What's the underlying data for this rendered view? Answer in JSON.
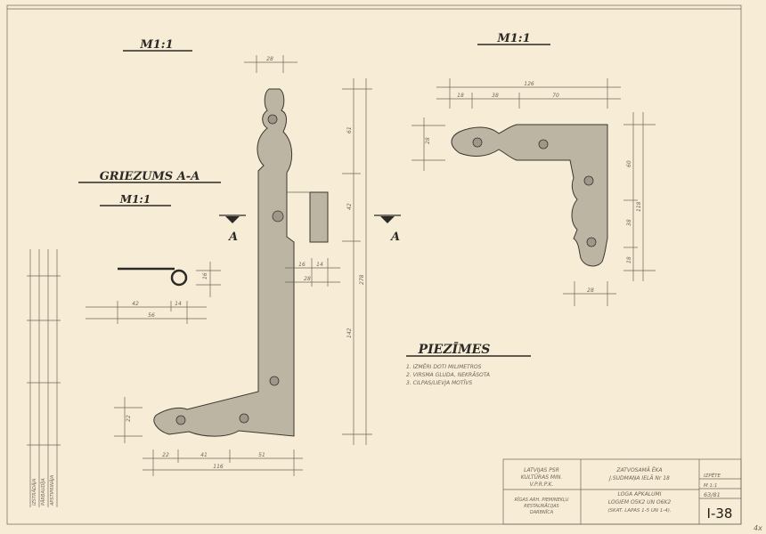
{
  "scales": {
    "left": "M1:1",
    "right": "M1:1",
    "section": "M1:1"
  },
  "section_title": "GRIEZUMS A-A",
  "section_marks": {
    "left": "A",
    "right": "A"
  },
  "notes": {
    "title": "PIEZĪMES",
    "items": [
      "1. IZMĒRI DOTI MILIMETROS",
      "2. VIRSMA GLUDA, NEKRĀSOTA",
      "3. CILPAS/LIEVJA MOTĪVS"
    ]
  },
  "dimensions": {
    "hinge_top": "28",
    "hinge_v1": "61",
    "hinge_v2": "42",
    "hinge_v3": "142",
    "hinge_total": "278",
    "hinge_bottom": [
      "22",
      "41",
      "51"
    ],
    "hinge_bottom_total": "116",
    "hinge_foot": "22",
    "hinge_tab": [
      "16",
      "14",
      "28"
    ],
    "section": [
      "42",
      "14"
    ],
    "section_total": "56",
    "section_h": "16",
    "corner_top_total": "126",
    "corner_top": [
      "18",
      "38",
      "70"
    ],
    "corner_left": "28",
    "corner_right": [
      "60",
      "38",
      "18"
    ],
    "corner_right_total": "118",
    "corner_bottom": "28"
  },
  "title_block": {
    "org": [
      "LATVIJAS PSR",
      "KULTŪRAS MIN.",
      "V.P.R.P.K."
    ],
    "workshop": [
      "RĪGAS ARH. PIEMINEKĻU",
      "RESTAURĀCIJAS",
      "DARBNĪCA"
    ],
    "object": [
      "ZATVOSAMĀ ĒKA",
      "J.SUDMAŅA IELĀ Nr 18"
    ],
    "drawing": [
      "LOGA APKALUMI",
      "LOGIEM O5K2 UN O6K2",
      "(SKAT. LAPAS 1-5 UN 1-4)."
    ],
    "stage": "IZPĒTE",
    "scale": "M 1:1",
    "year": "63/81",
    "sheet": "I-38"
  },
  "corner_note": "4x",
  "side_stamp": [
    "IZSTRĀDĀJA",
    "PĀRBAUDĪJA",
    "APSTIPRINĀJA"
  ]
}
